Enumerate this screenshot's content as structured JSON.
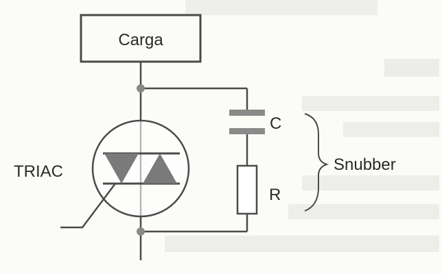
{
  "labels": {
    "load": "Carga",
    "triac": "TRIAC",
    "capacitor": "C",
    "resistor": "R",
    "snubber": "Snubber"
  },
  "colors": {
    "line": "#4a4a4a",
    "triac_fill": "#7a7a7a",
    "capacitor_plate": "#8a8a8a",
    "node": "#888888",
    "background": "#fbfbf8",
    "bleed_through_text": "#d7d7d2"
  }
}
